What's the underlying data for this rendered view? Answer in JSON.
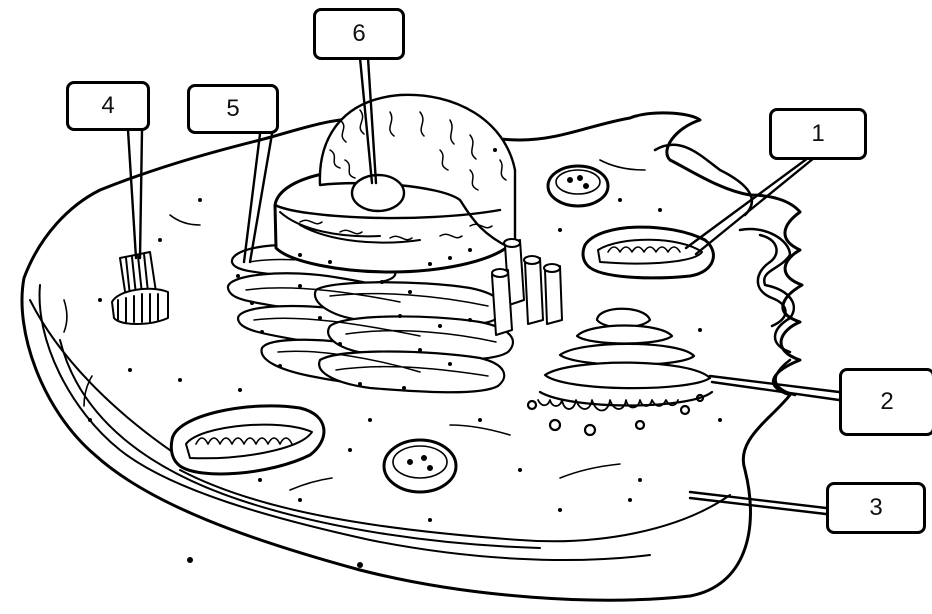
{
  "labels": [
    {
      "id": "1",
      "text": "1"
    },
    {
      "id": "2",
      "text": "2"
    },
    {
      "id": "3",
      "text": "3"
    },
    {
      "id": "4",
      "text": "4"
    },
    {
      "id": "5",
      "text": "5"
    },
    {
      "id": "6",
      "text": "6"
    }
  ],
  "colors": {
    "ink": "#000000",
    "paper": "#ffffff",
    "shade": "#f2f2f2"
  }
}
